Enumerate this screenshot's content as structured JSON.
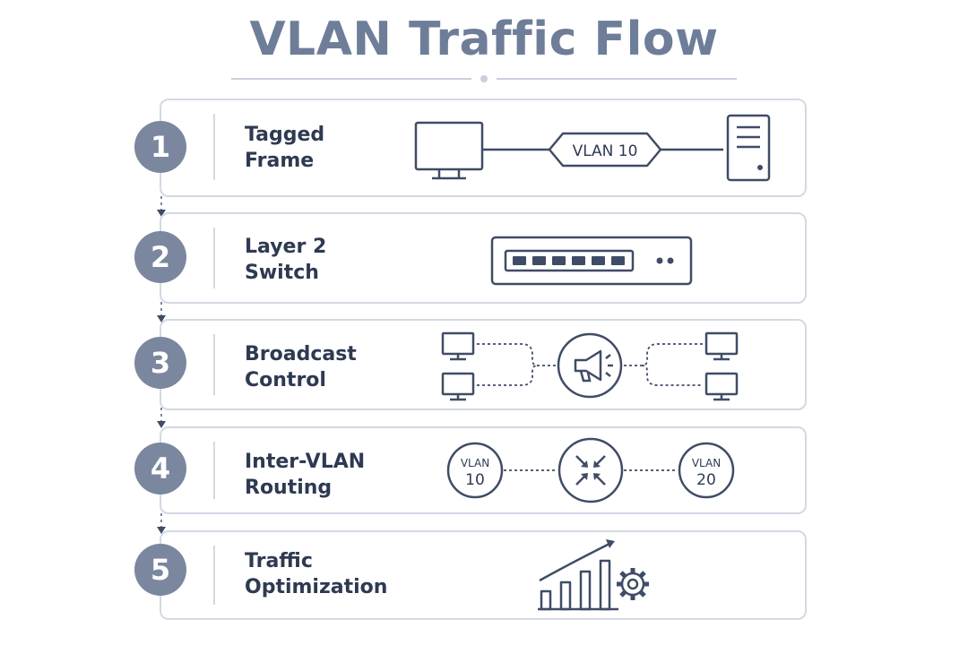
{
  "title": "VLAN Traffic Flow",
  "colors": {
    "accent": "#7a879e",
    "title": "#6e7d98",
    "stroke": "#3f4c66",
    "border": "#d3d9e3",
    "text": "#2e3a52"
  },
  "steps": [
    {
      "number": "1",
      "line1": "Tagged",
      "line2": "Frame",
      "icon": "monitor-to-server-icon",
      "tag": "VLAN 10"
    },
    {
      "number": "2",
      "line1": "Layer 2",
      "line2": "Switch",
      "icon": "network-switch-icon"
    },
    {
      "number": "3",
      "line1": "Broadcast",
      "line2": "Control",
      "icon": "megaphone-broadcast-icon"
    },
    {
      "number": "4",
      "line1": "Inter-VLAN",
      "line2": "Routing",
      "icon": "router-icon",
      "left_vlan": {
        "label": "VLAN",
        "id": "10"
      },
      "right_vlan": {
        "label": "VLAN",
        "id": "20"
      }
    },
    {
      "number": "5",
      "line1": "Traffic",
      "line2": "Optimization",
      "icon": "growth-chart-gear-icon"
    }
  ]
}
